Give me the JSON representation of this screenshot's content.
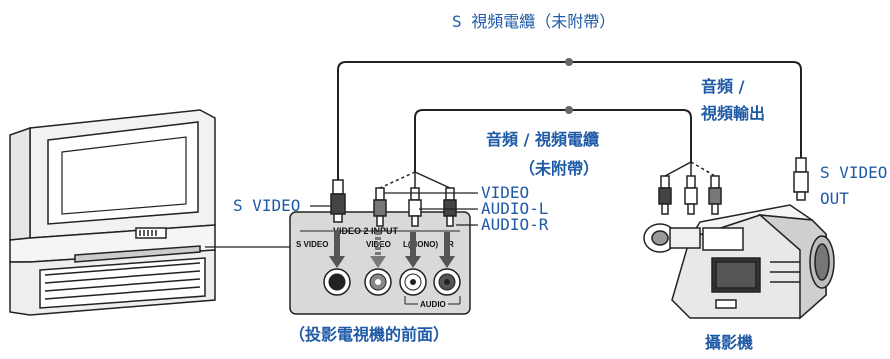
{
  "labels": {
    "s_video_cable": "S 視頻電纜（未附帶）",
    "av_cable_line1": "音頻 / 視頻電纜",
    "av_cable_line2": "（未附帶）",
    "av_output_line1": "音頻 /",
    "av_output_line2": "視頻輸出",
    "s_video_out_line1": "S VIDEO",
    "s_video_out_line2": "OUT",
    "s_video_left": "S VIDEO",
    "video": "VIDEO",
    "audio_l": "AUDIO-L",
    "audio_r": "AUDIO-R",
    "tv_front": "（投影電視機的前面）",
    "camcorder": "攝影機"
  },
  "panel": {
    "header": "VIDEO 2 INPUT",
    "s_video": "S VIDEO",
    "video": "VIDEO",
    "l_mono": "L(MONO)",
    "r": "R",
    "audio": "AUDIO"
  },
  "colors": {
    "label_blue": "#1f5aa6",
    "line": "#222222",
    "panel_fill": "#d9d9d9"
  }
}
